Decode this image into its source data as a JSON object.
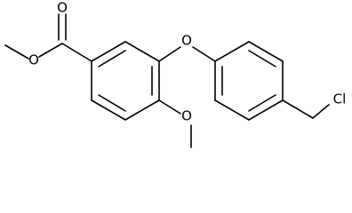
{
  "molecule": {
    "atoms": {
      "carbonyl_oxygen": "O",
      "ester_oxygen": "O",
      "ether_oxygen": "O",
      "methoxy_oxygen": "O",
      "chlorine": "Cl"
    }
  }
}
